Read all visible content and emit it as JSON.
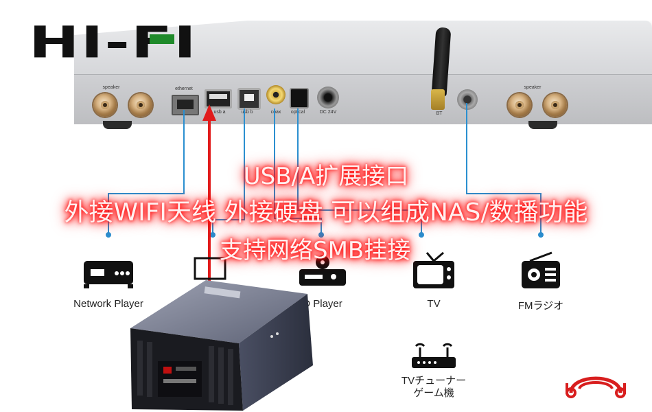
{
  "logo": {
    "text": "HI-FI"
  },
  "amplifier": {
    "labels": {
      "speaker_left": "speaker",
      "speaker_right": "speaker",
      "ethernet": "ethernet",
      "usb_a": "usb a",
      "usb_b": "usb b",
      "coax": "coax",
      "optical": "optical",
      "dc": "DC 24V",
      "bt": "BT"
    }
  },
  "overlay": {
    "line1": "USB/A扩展接口",
    "line2": "外接WIFI天线 外接硬盘 可以组成NAS/数播功能",
    "line3": "支持网络SMB挂接"
  },
  "devices": [
    {
      "label": "Network Player",
      "icon": "network-player-icon"
    },
    {
      "label": "D Player",
      "icon": "dvd-player-icon"
    },
    {
      "label": "TV",
      "icon": "tv-icon"
    },
    {
      "label": "FMラジオ",
      "icon": "fm-radio-icon"
    }
  ],
  "router": {
    "line1": "TVチューナー",
    "line2": "ゲーム機",
    "icon": "router-icon"
  },
  "colors": {
    "line": "#2a8fd0",
    "arrow": "#e11b1b",
    "logo_accent": "#1f8a2a",
    "brand": "#d81e1e"
  }
}
